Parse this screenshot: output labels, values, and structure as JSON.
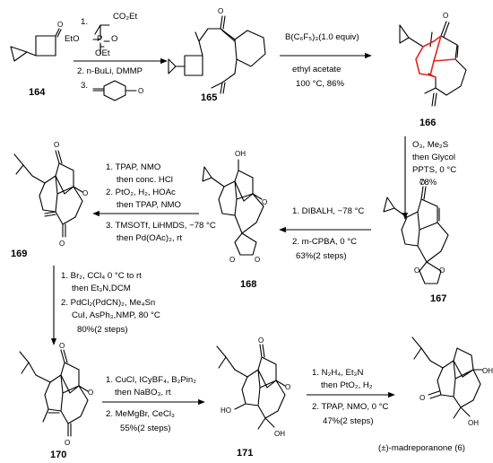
{
  "compounds": {
    "c164": "164",
    "c165": "165",
    "c166": "166",
    "c167": "167",
    "c168": "168",
    "c169": "169",
    "c170": "170",
    "c171": "171",
    "product": "(±)-madreporanone (6)"
  },
  "reagents": {
    "r1": {
      "step1_num": "1.",
      "co2et": "CO₂Et",
      "eto": "EtO",
      "p": "P",
      "o_eq": "O",
      "oet": "OEt",
      "step2": "2. n-BuLi, DMMP",
      "step3_num": "3."
    },
    "r2": {
      "line1": "B(C₆F₅)₃(1.0 equiv)",
      "line2": "ethyl acetate",
      "line3": "100  °C,  86%"
    },
    "r3": {
      "line1": "O₃, Me₂S",
      "line2": "then Glycol",
      "line3": "PPTS, 0  °C",
      "line4": "78%"
    },
    "r4": {
      "line1": "1. DIBALH, −78  °C",
      "line2": "2. m-CPBA, 0  °C",
      "line3": "63%(2 steps)"
    },
    "r5": {
      "line1": "1. TPAP,  NMO",
      "line2": "then conc. HCl",
      "line3": "2. PtO₂, H₂, HOAc",
      "line4": "then TPAP,  NMO",
      "line5": "3. TMSOTf, LiHMDS, −78  °C",
      "line6": "then Pd(OAc)₂, rt"
    },
    "r6": {
      "line1": "1. Br₂, CCl₄ 0  °C to rt",
      "line2": "then Et₃N,DCM",
      "line3": "2. PdCl₂(PdCN)₂, Me₄Sn",
      "line4": "CuI, AsPh₃,NMP,  80  °C",
      "line5": "80%(2 steps)"
    },
    "r7": {
      "line1": "1. CuCl, ICyBF₄, B₂Pin₂",
      "line2": "then NaBO₃, rt",
      "line3": "2. MeMgBr, CeCl₃",
      "line4": "55%(2 steps)"
    },
    "r8": {
      "line1": "1. N₂H₄, Et₃N",
      "line2": "then PtO₂, H₂",
      "line3": "2. TPAP,  NMO, 0  °C",
      "line4": "47%(2 steps)"
    }
  },
  "atoms": {
    "o": "O",
    "oh": "OH",
    "ho": "HO"
  }
}
